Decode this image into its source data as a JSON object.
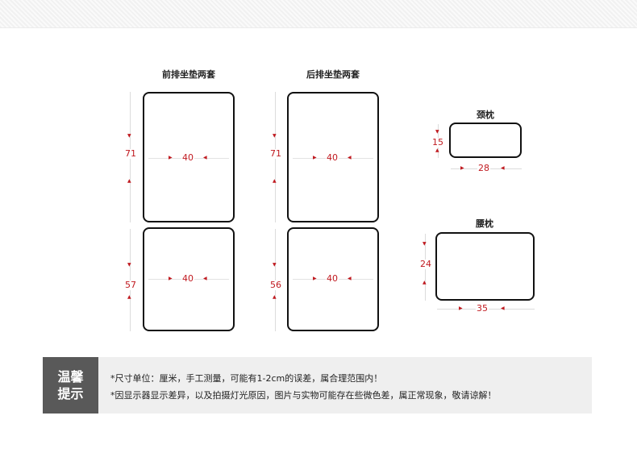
{
  "diagram": {
    "groups": [
      {
        "id": "front",
        "title": "前排坐垫两套",
        "top": {
          "height": "71",
          "width": "40"
        },
        "bottom": {
          "height": "57",
          "width": "40"
        }
      },
      {
        "id": "rear",
        "title": "后排坐垫两套",
        "top": {
          "height": "71",
          "width": "40"
        },
        "bottom": {
          "height": "56",
          "width": "40"
        }
      }
    ],
    "neck": {
      "title": "颈枕",
      "height": "15",
      "width": "28"
    },
    "waist": {
      "title": "腰枕",
      "height": "24",
      "width": "35"
    }
  },
  "tip": {
    "label_line1": "温馨",
    "label_line2": "提示",
    "lines": [
      "*尺寸单位：厘米，手工测量，可能有1-2cm的误差，属合理范围内！",
      "*因显示器显示差异，以及拍摄灯光原因，图片与实物可能存在些微色差，属正常现象，敬请谅解！"
    ]
  },
  "colors": {
    "dimension": "#c0191f",
    "outline": "#111111",
    "tip_label_bg": "#595959",
    "tip_bg": "#efefef"
  }
}
